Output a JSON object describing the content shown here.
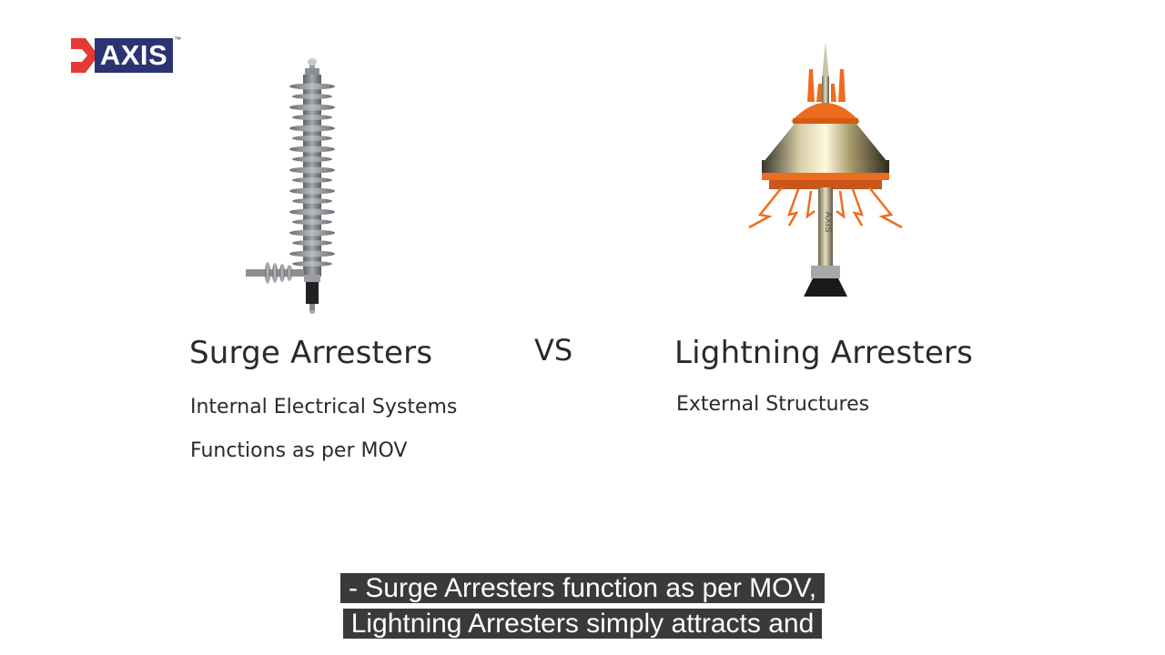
{
  "logo": {
    "text": "AXIS",
    "tm": "™"
  },
  "left_column": {
    "title": "Surge Arresters",
    "items": [
      "Internal Electrical Systems",
      "Functions as per MOV"
    ],
    "image_icon": "surge-arrester-insulator-icon"
  },
  "vs_label": "VS",
  "right_column": {
    "title": "Lightning Arresters",
    "items": [
      "External Structures"
    ],
    "image_icon": "lightning-arrester-esE-terminal-icon",
    "engraving": "AXIS"
  },
  "subtitles": {
    "line1": "- Surge Arresters function as per MOV,",
    "line2": "Lightning Arresters simply attracts and"
  },
  "colors": {
    "brand_red": "#e53935",
    "brand_navy": "#2a3473",
    "subtitle_bg": "#3a3a3a",
    "accent_orange": "#ee6c1f"
  }
}
